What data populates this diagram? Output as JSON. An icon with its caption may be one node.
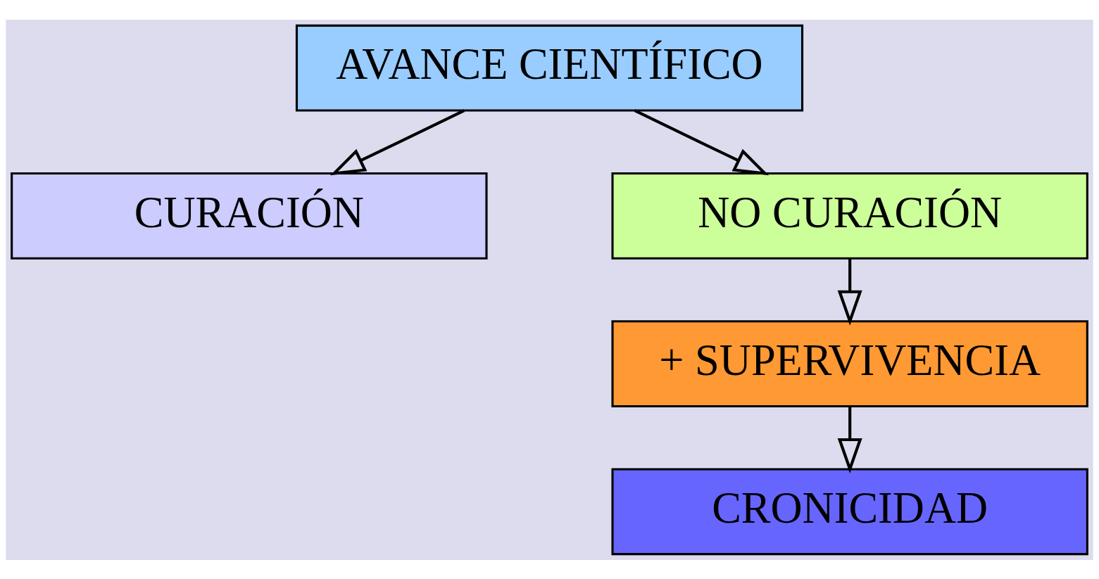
{
  "diagram": {
    "nodes": [
      {
        "text": [
          "AVANCE CIENTÍFICO"
        ]
      },
      {
        "text": [
          "CURACIÓN"
        ]
      },
      {
        "text": [
          "NO CURACIÓN"
        ]
      },
      {
        "text": [
          "+ SUPERVIVENCIA"
        ]
      },
      {
        "text": [
          "CRONICIDAD"
        ]
      }
    ],
    "edges": [
      {
        "from": 0,
        "to": 1,
        "arrow": "to"
      },
      {
        "from": 0,
        "to": 2,
        "arrow": "to"
      },
      {
        "from": 2,
        "to": 3,
        "arrow": "to"
      },
      {
        "from": 3,
        "to": 4,
        "arrow": "to"
      }
    ]
  }
}
